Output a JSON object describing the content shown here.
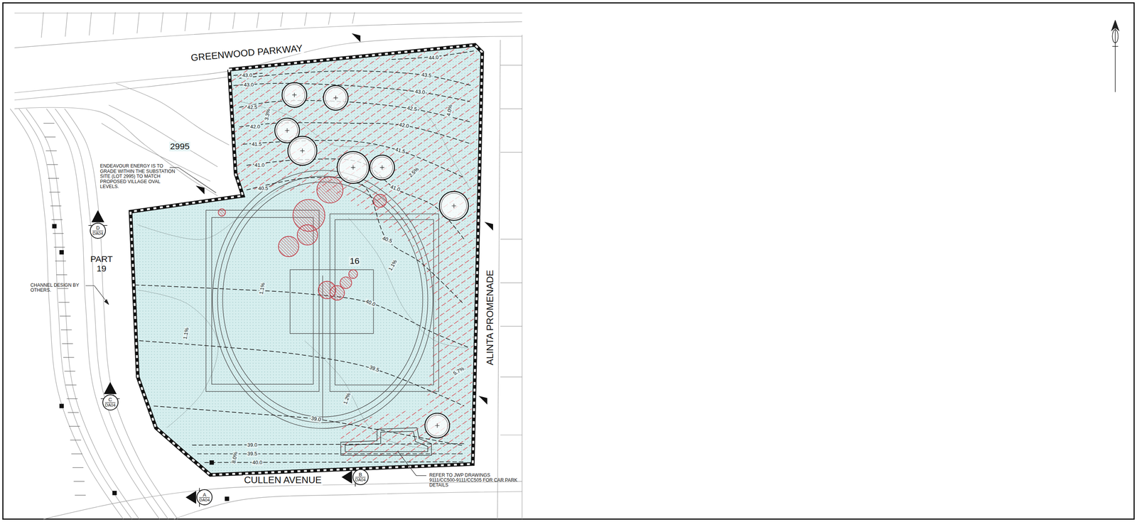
{
  "diagram": {
    "nodes": [
      {
        "text": [
          "D",
          "DA04"
        ]
      },
      {
        "text": [
          "C",
          "DA04"
        ]
      },
      {
        "text": [
          "B",
          "DA04"
        ]
      },
      {
        "text": [
          "A",
          "DA04"
        ]
      }
    ],
    "labels": [
      "GREENWOOD PARKWAY",
      "2995",
      "ENDEAVOUR ENERGY IS TO GRADE WITHIN THE SUBSTATION SITE (LOT 2995) TO MATCH PROPOSED VILLAGE OVAL LEVELS.",
      "PART 19",
      "CHANNEL DESIGN BY OTHERS.",
      "16",
      "ALINTA PROMENADE",
      "CULLEN AVENUE",
      "REFER TO JWP DRAWINGS 9111/CC500-9111/CC505 FOR CAR PARK DETAILS",
      "44.0",
      "43.5",
      "43.0",
      "43.0",
      "43.0",
      "42.5",
      "42.5",
      "42.0",
      "42.0",
      "41.5",
      "41.5",
      "41.0",
      "41.0",
      "40.5",
      "40.5",
      "40.0",
      "39.5",
      "39.0",
      "39.0",
      "39.5",
      "40.0",
      "3.3%",
      "4.0%",
      "2.5%",
      "1.1%",
      "1.1%",
      "1.1%",
      "5.7%",
      "1.2%",
      "8.0%"
    ]
  }
}
